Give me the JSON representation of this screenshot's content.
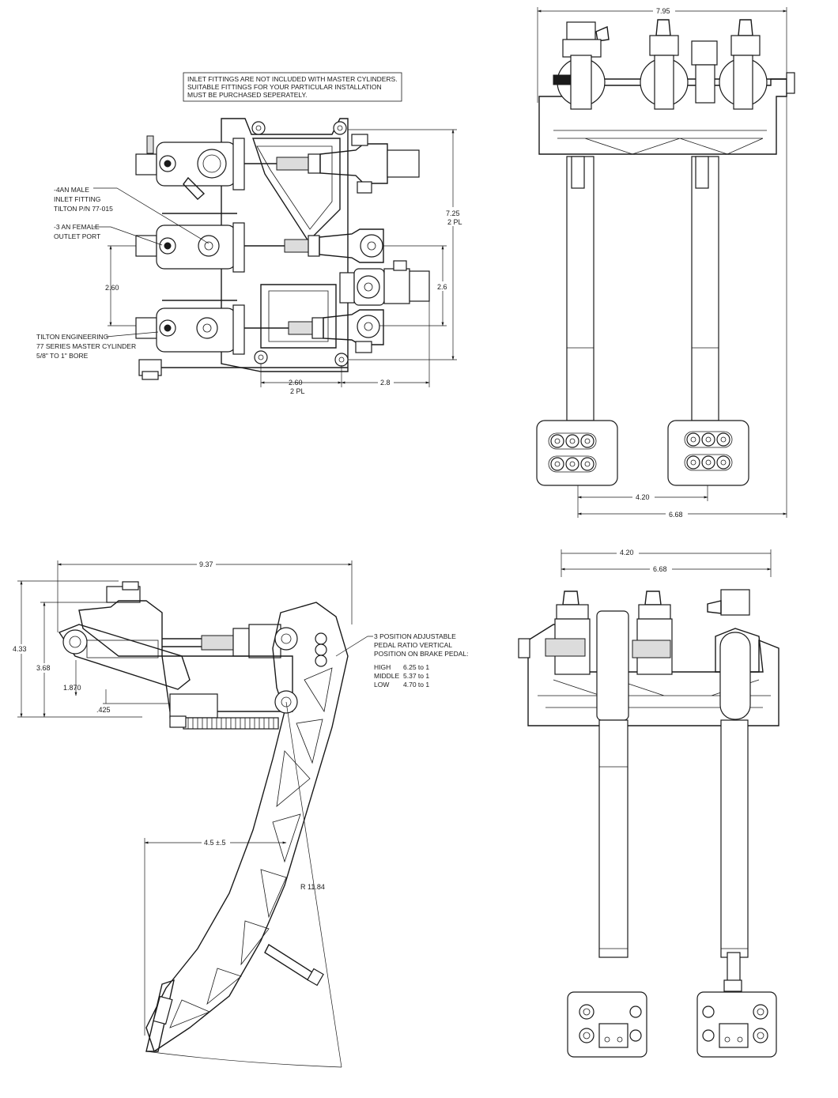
{
  "top_left": {
    "note": [
      "INLET FITTINGS ARE NOT INCLUDED WITH MASTER CYLINDERS.",
      "SUITABLE FITTINGS FOR YOUR PARTICULAR INSTALLATION",
      "MUST BE PURCHASED SEPERATELY."
    ],
    "callout_inlet": [
      "-4AN MALE",
      "INLET FITTING",
      "TILTON P/N 77-015"
    ],
    "callout_outlet": [
      "-3 AN FEMALE",
      "OUTLET PORT"
    ],
    "callout_cylinder": [
      "TILTON ENGINEERING",
      "77 SERIES MASTER CYLINDER",
      "5/8\" TO 1\" BORE"
    ],
    "dim_725": "7.25",
    "dim_725_pl": "2 PL",
    "dim_260_v": "2.60",
    "dim_26_v": "2.6",
    "dim_260_h": "2.60",
    "dim_260_h_pl": "2 PL",
    "dim_28_h": "2.8"
  },
  "top_right": {
    "dim_795": "7.95",
    "dim_420": "4.20",
    "dim_668": "6.68"
  },
  "bottom_left": {
    "dim_937": "9.37",
    "dim_433": "4.33",
    "dim_368": "3.68",
    "dim_1870": "1.870",
    "dim_425": ".425",
    "dim_45": "4.5 ±.5",
    "dim_radius": "R 11.84",
    "ratio_note": [
      "3 POSITION ADJUSTABLE",
      "PEDAL RATIO VERTICAL",
      "POSITION ON BRAKE PEDAL:"
    ],
    "ratios": [
      {
        "label": "HIGH",
        "value": "6.25 to 1"
      },
      {
        "label": "MIDDLE",
        "value": "5.37 to 1"
      },
      {
        "label": "LOW",
        "value": "4.70 to 1"
      }
    ]
  },
  "bottom_right": {
    "dim_top_partial": "4.20",
    "dim_668": "6.68"
  }
}
